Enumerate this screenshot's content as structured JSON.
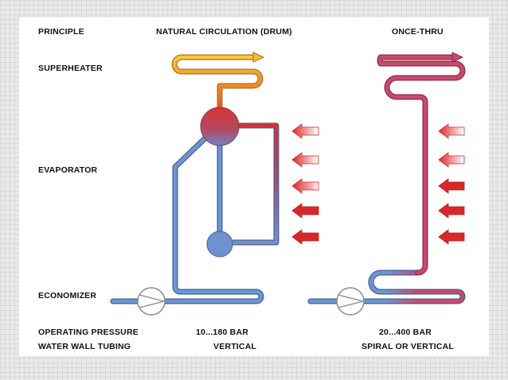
{
  "header": {
    "principle": "PRINCIPLE",
    "natural": "NATURAL CIRCULATION (DRUM)",
    "once_thru": "ONCE-THRU"
  },
  "rows": {
    "superheater": "SUPERHEATER",
    "evaporator": "EVAPORATOR",
    "economizer": "ECONOMIZER"
  },
  "footer": {
    "operating_pressure": "OPERATING PRESSURE",
    "water_wall_tubing": "WATER WALL TUBING",
    "natural_pressure": "10...180 BAR",
    "natural_tubing": "VERTICAL",
    "once_pressure": "20...400 BAR",
    "once_tubing": "SPIRAL OR VERTICAL"
  },
  "colors": {
    "water_blue": "#6b8ec9",
    "steam_red": "#d43a3a",
    "superheat_yellow": "#f3c12d",
    "once_thru_pink": "#c84a6b",
    "heat_arrow_red": "#d9282a"
  }
}
